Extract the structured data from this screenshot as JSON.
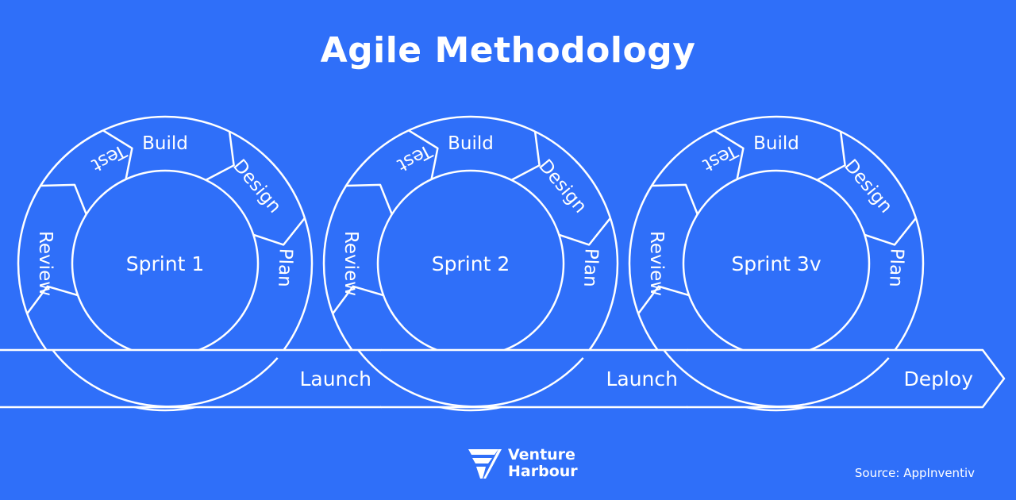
{
  "title": "Agile Methodology",
  "sprints": [
    {
      "label": "Sprint 1",
      "steps": [
        "Build",
        "Design",
        "Plan",
        "Review",
        "Test"
      ],
      "end_label": "Launch"
    },
    {
      "label": "Sprint 2",
      "steps": [
        "Build",
        "Design",
        "Plan",
        "Review",
        "Test"
      ],
      "end_label": "Launch"
    },
    {
      "label": "Sprint 3v",
      "steps": [
        "Build",
        "Design",
        "Plan",
        "Review",
        "Test"
      ],
      "end_label": "Deploy"
    }
  ],
  "logo": {
    "line1": "Venture",
    "line2": "Harbour",
    "icon": "venture-harbour-logo-icon"
  },
  "source": "Source: AppInventiv",
  "colors": {
    "background": "#2f6ff9",
    "line": "#ffffff"
  }
}
